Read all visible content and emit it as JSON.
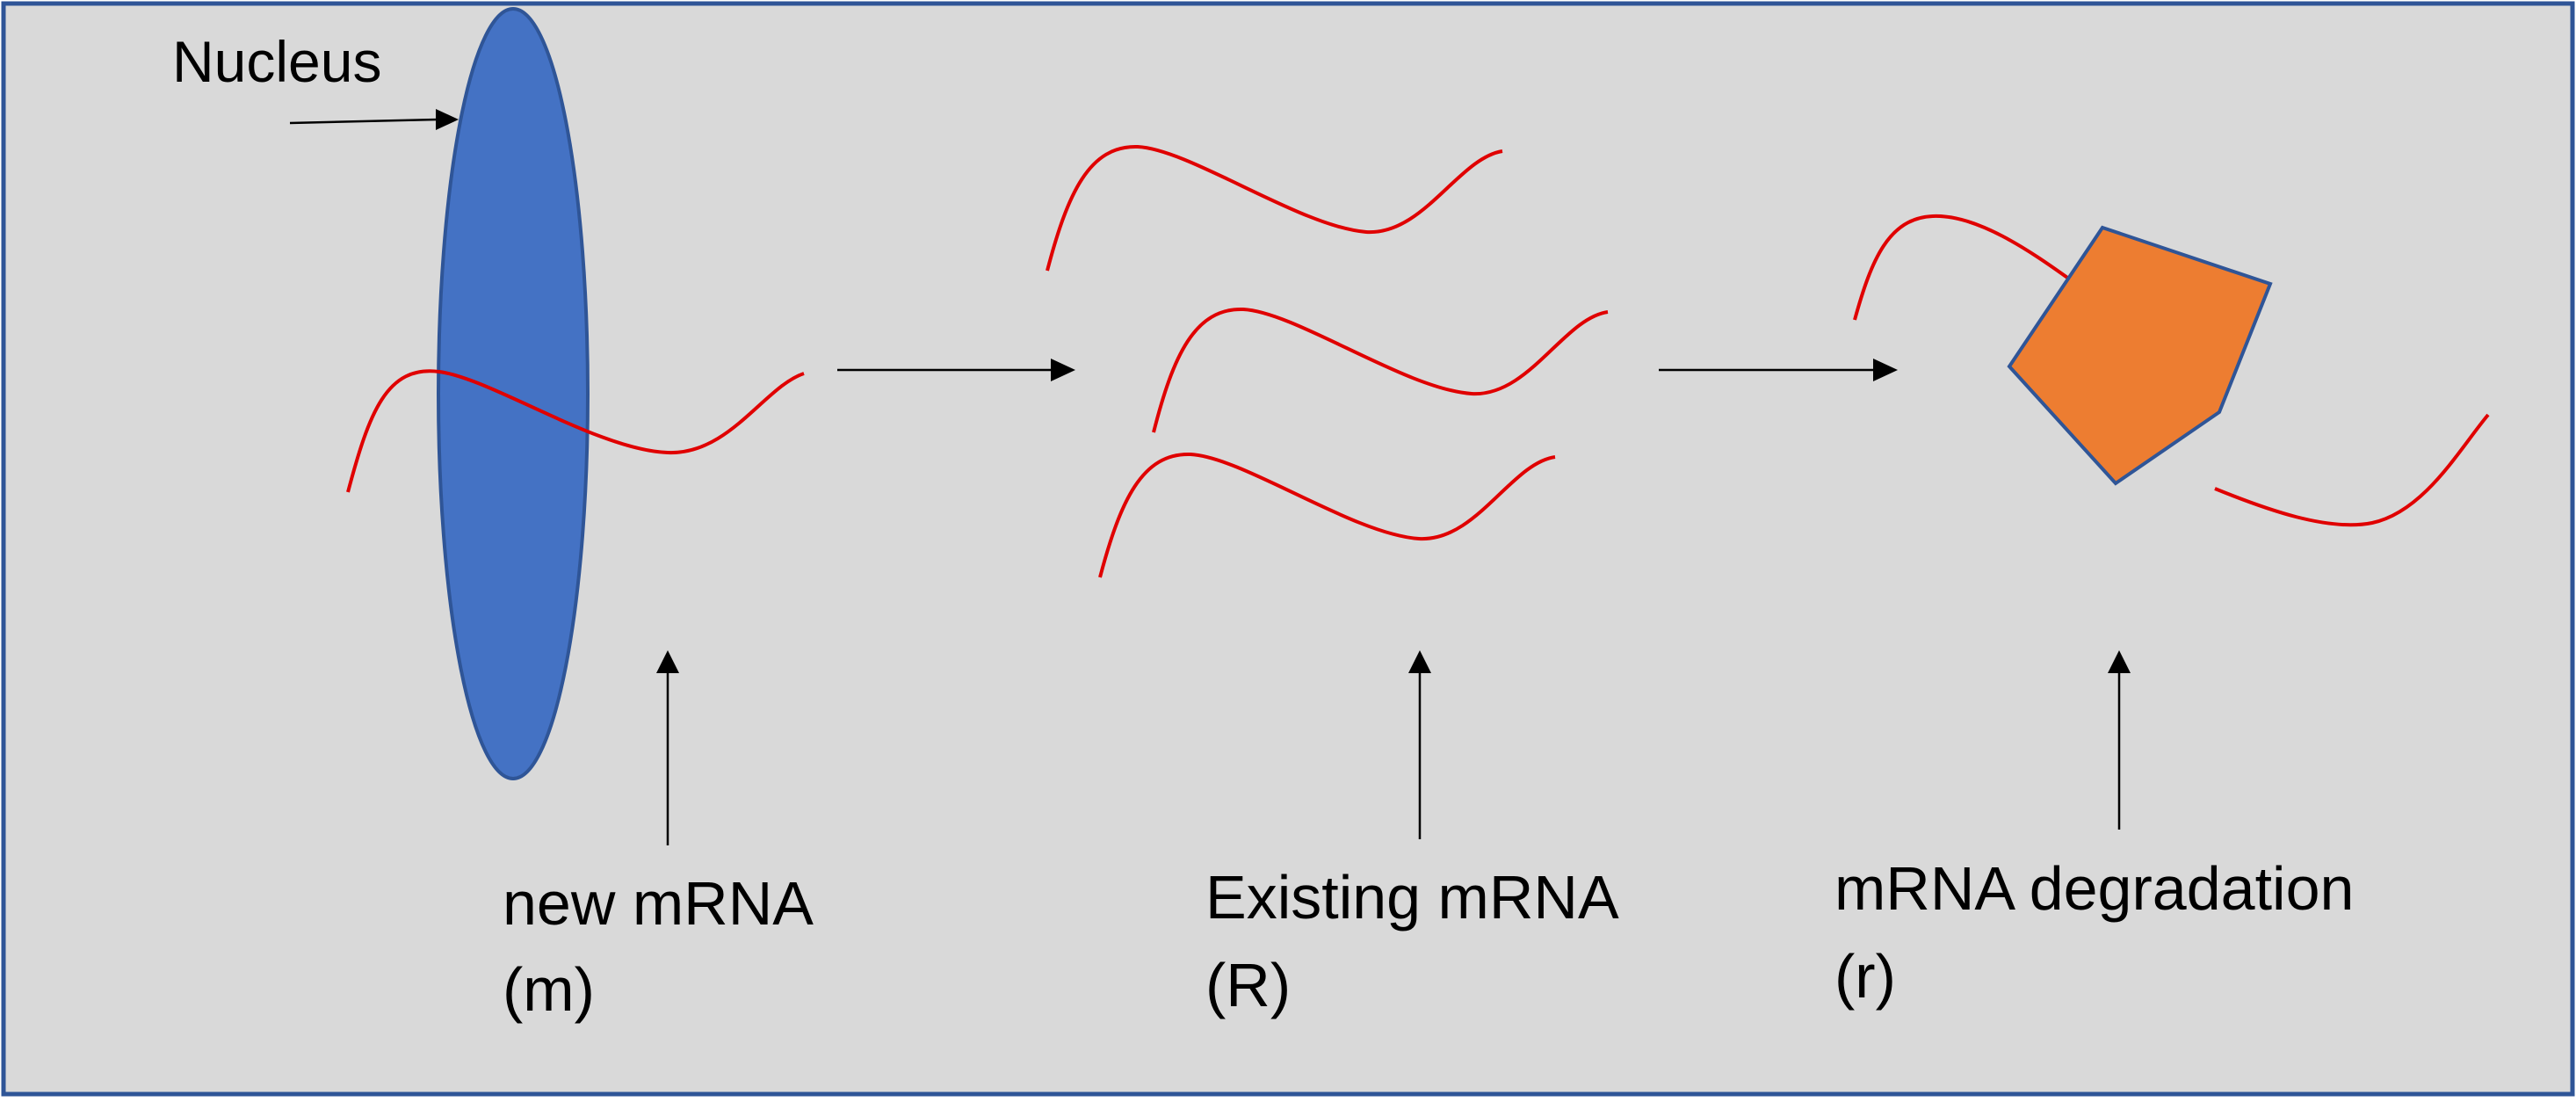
{
  "labels": {
    "nucleus": "Nucleus",
    "new_mrna_line1": "new mRNA",
    "new_mrna_line2": "(m)",
    "existing_mrna_line1": "Existing mRNA",
    "existing_mrna_line2": "(R)",
    "degradation_line1": "mRNA degradation",
    "degradation_line2": "(r)"
  },
  "colors": {
    "background": "#d9d9d9",
    "frame": "#2f5597",
    "nucleus_fill": "#4472c4",
    "nucleus_stroke": "#2f5597",
    "mrna": "#e00000",
    "degrader_fill": "#ed7d31",
    "degrader_stroke": "#2f5597",
    "arrow": "#000000"
  },
  "icons": {
    "nucleus": "nucleus-ellipse-icon",
    "degrader": "pentagon-degrader-icon",
    "mrna": "mrna-strand-icon"
  }
}
